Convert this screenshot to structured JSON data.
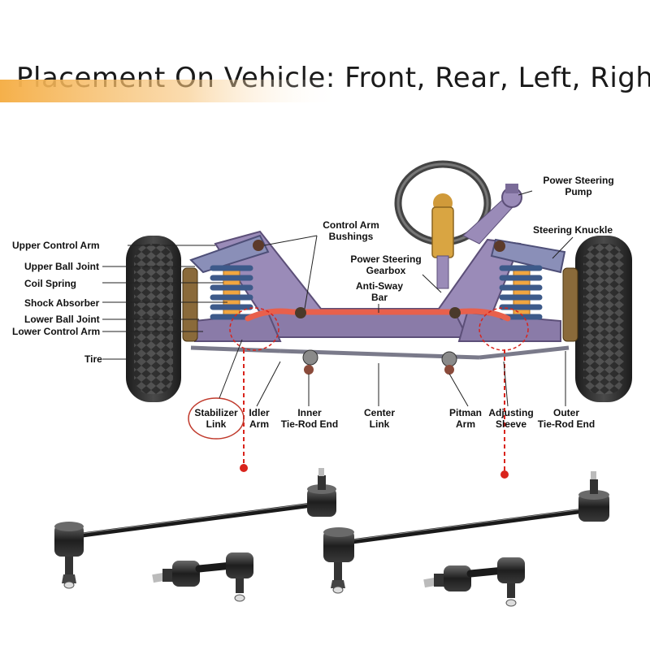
{
  "header": {
    "title": "Placement On Vehicle: Front, Rear, Left, Right",
    "banner_color": "#f5b04a"
  },
  "labels": {
    "upper_control_arm": "Upper Control Arm",
    "upper_ball_joint": "Upper Ball Joint",
    "coil_spring": "Coil Spring",
    "shock_absorber": "Shock Absorber",
    "lower_ball_joint": "Lower Ball Joint",
    "lower_control_arm": "Lower Control Arm",
    "tire": "Tire",
    "control_arm_bushings_1": "Control Arm",
    "control_arm_bushings_2": "Bushings",
    "power_steering_gearbox_1": "Power Steering",
    "power_steering_gearbox_2": "Gearbox",
    "anti_sway_bar_1": "Anti-Sway",
    "anti_sway_bar_2": "Bar",
    "power_steering_pump_1": "Power Steering",
    "power_steering_pump_2": "Pump",
    "steering_knuckle": "Steering Knuckle",
    "stabilizer_link_1": "Stabilizer",
    "stabilizer_link_2": "Link",
    "idler_arm_1": "Idler",
    "idler_arm_2": "Arm",
    "inner_tie_rod_1": "Inner",
    "inner_tie_rod_2": "Tie-Rod End",
    "center_link_1": "Center",
    "center_link_2": "Link",
    "pitman_arm_1": "Pitman",
    "pitman_arm_2": "Arm",
    "adjusting_sleeve_1": "Adjusting",
    "adjusting_sleeve_2": "Sleeve",
    "outer_tie_rod_1": "Outer",
    "outer_tie_rod_2": "Tie-Rod End"
  },
  "colors": {
    "frame": "#9a8bb8",
    "frame_dark": "#5c4f78",
    "spring": "#3d5a8a",
    "shock": "#f2a640",
    "sway_bar": "#e8604c",
    "marker": "#d9241c",
    "part_metal": "#2a2a2a"
  }
}
